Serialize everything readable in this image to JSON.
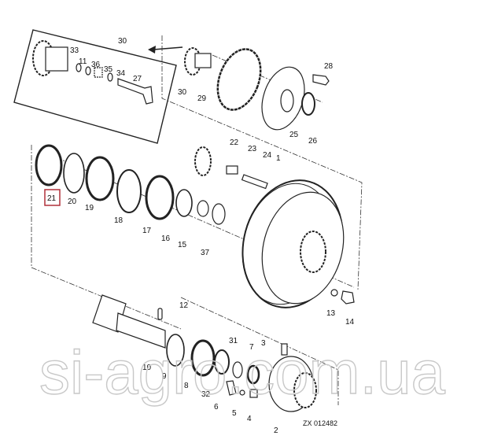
{
  "diagram": {
    "drawing_code": "ZX 012482",
    "watermark": "si-agro.com.ua",
    "highlighted_part": "21",
    "highlight_color": "#b0303a",
    "callouts": [
      "30",
      "33",
      "11",
      "36",
      "35",
      "34",
      "27",
      "30",
      "29",
      "28",
      "25",
      "26",
      "22",
      "23",
      "24",
      "1",
      "21",
      "20",
      "19",
      "18",
      "17",
      "16",
      "15",
      "37",
      "13",
      "14",
      "12",
      "10",
      "9",
      "8",
      "32",
      "31",
      "7",
      "3",
      "6",
      "5",
      "4",
      "2"
    ]
  }
}
